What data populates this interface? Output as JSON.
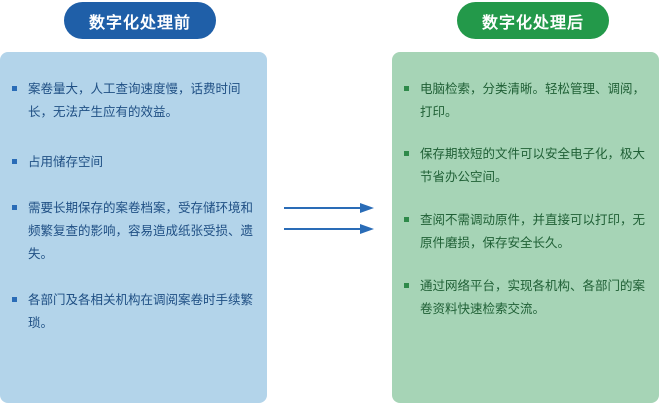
{
  "before": {
    "title": "数字化处理前",
    "items": [
      "案卷量大，人工查询速度慢，话费时间长，无法产生应有的效益。",
      "占用储存空间",
      "需要长期保存的案卷档案，受存储环境和频繁复查的影响，容易造成纸张受损、遗失。",
      "各部门及各相关机构在调阅案卷时手续繁琐。"
    ]
  },
  "after": {
    "title": "数字化处理后",
    "items": [
      "电脑检索，分类清晰。轻松管理、调阅，打印。",
      "保存期较短的文件可以安全电子化，极大节省办公空间。",
      "查阅不需调动原件，并直接可以打印，无原件磨损，保存安全长久。",
      "通过网络平台，实现各机构、各部门的案卷资料快速检索交流。"
    ]
  },
  "colors": {
    "before_title_bg": "#1f5fa8",
    "after_title_bg": "#23994a",
    "before_panel_bg": "#b3d4ea",
    "after_panel_bg": "#a6d4b6",
    "arrow": "#2a6cb7"
  },
  "icons": [
    "arrow-right-icon",
    "arrow-right-icon"
  ]
}
